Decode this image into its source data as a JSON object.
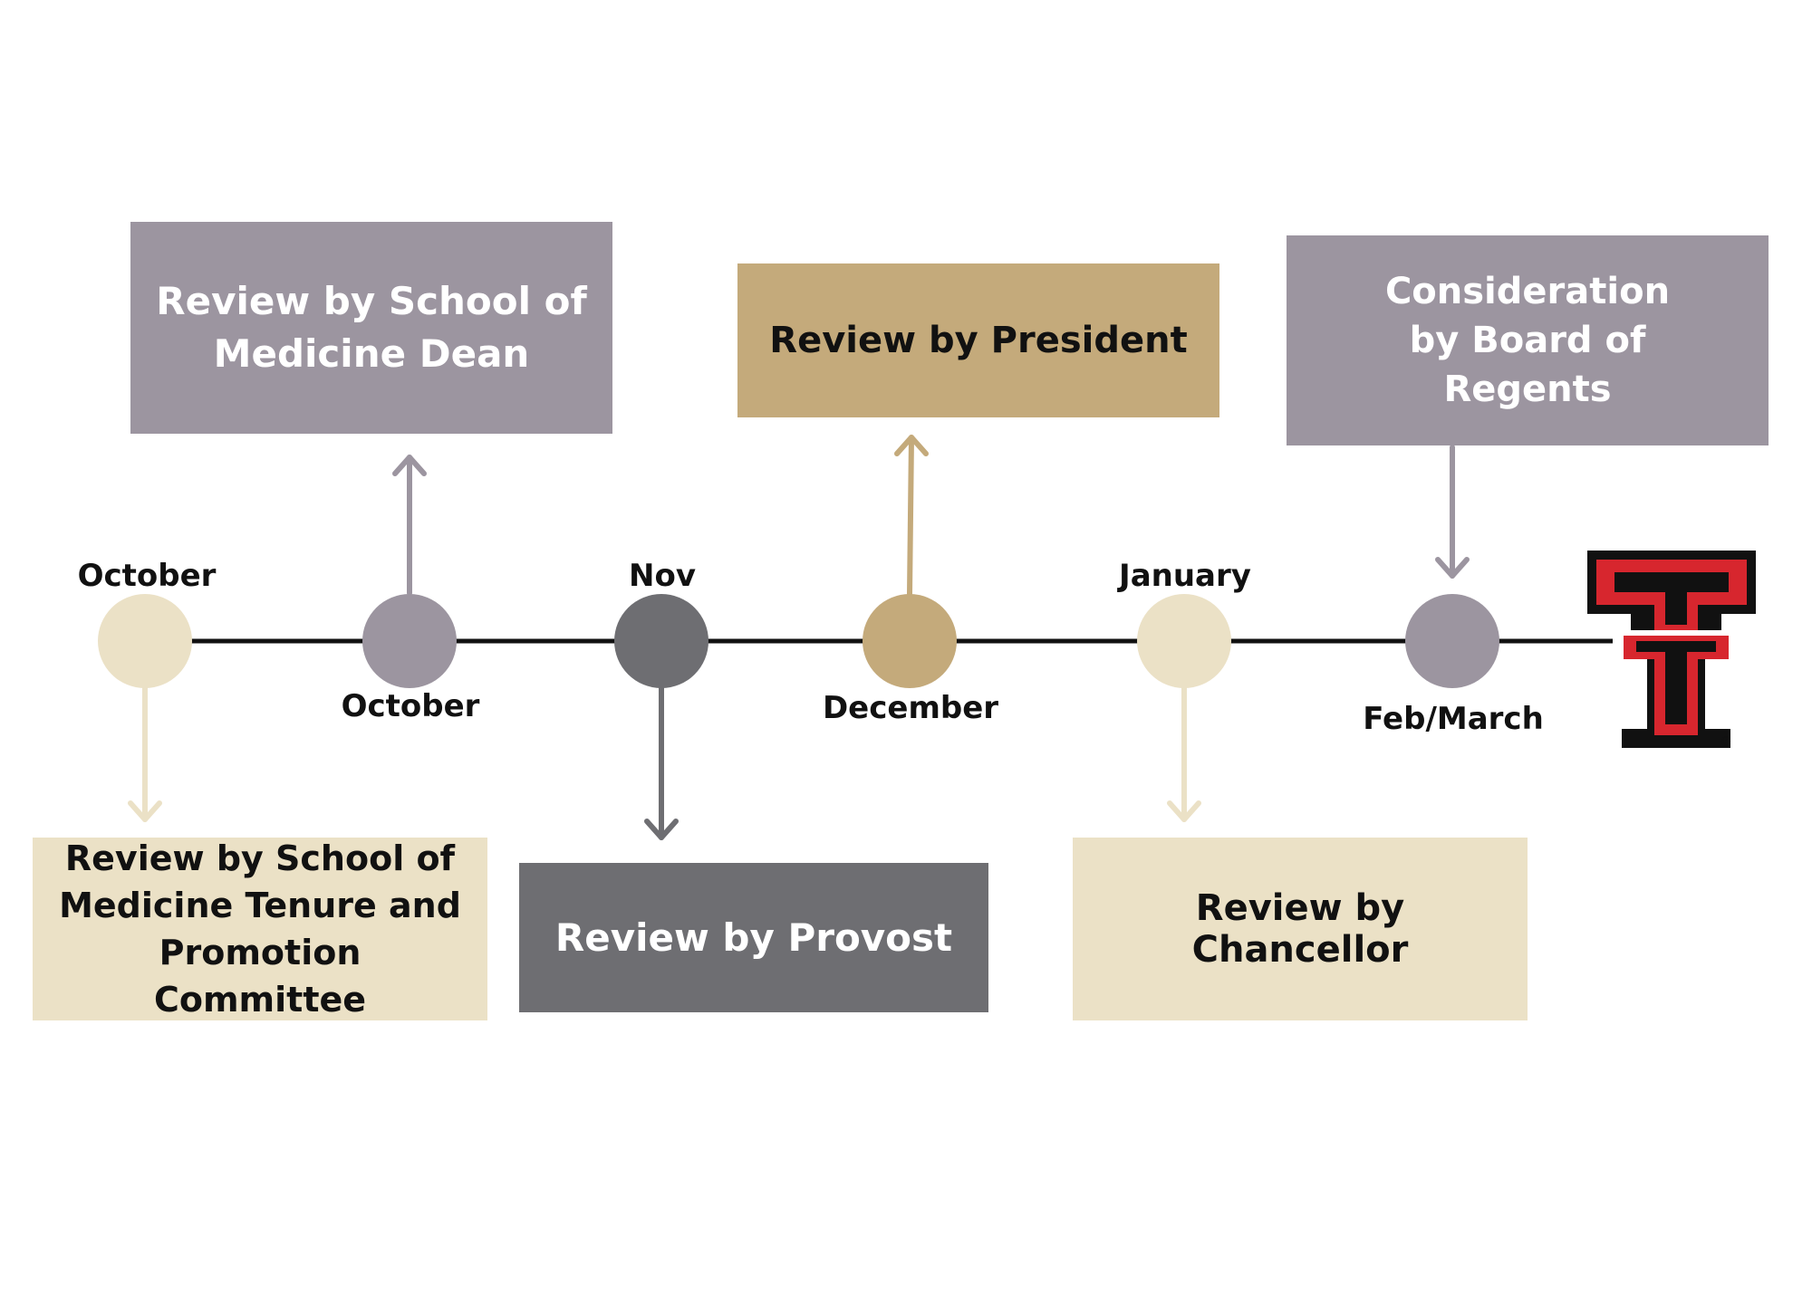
{
  "colors": {
    "grey_purple": "#9c95a0",
    "cream": "#ebe1c6",
    "dark_grey": "#6e6e72",
    "gold": "#c4aa7b",
    "line": "#111111",
    "logo_red": "#d7262e",
    "logo_black": "#111111"
  },
  "timeline": [
    {
      "label": "October",
      "label_pos": "above",
      "color": "cream",
      "arrow": "down",
      "box": "tenure_committee"
    },
    {
      "label": "October",
      "label_pos": "below",
      "color": "grey_purple",
      "arrow": "up",
      "box": "dean"
    },
    {
      "label": "Nov",
      "label_pos": "above",
      "color": "dark_grey",
      "arrow": "down",
      "box": "provost"
    },
    {
      "label": "December",
      "label_pos": "below",
      "color": "gold",
      "arrow": "up",
      "box": "president"
    },
    {
      "label": "January",
      "label_pos": "above",
      "color": "cream",
      "arrow": "down",
      "box": "chancellor"
    },
    {
      "label": "Feb/March",
      "label_pos": "below",
      "color": "grey_purple",
      "arrow": "down-from-box",
      "box": "regents"
    }
  ],
  "boxes": {
    "dean": {
      "text": "Review by School of Medicine Dean",
      "color": "grey_purple",
      "text_color": "#ffffff"
    },
    "president": {
      "text": "Review by President",
      "color": "gold",
      "text_color": "#111111"
    },
    "regents": {
      "text": "Consideration by Board of Regents",
      "color": "grey_purple",
      "text_color": "#ffffff"
    },
    "tenure_committee": {
      "text": "Review by School of Medicine Tenure and Promotion Committee",
      "color": "cream",
      "text_color": "#111111"
    },
    "provost": {
      "text": "Review by Provost",
      "color": "dark_grey",
      "text_color": "#ffffff"
    },
    "chancellor": {
      "text": "Review by Chancellor",
      "color": "cream",
      "text_color": "#111111"
    }
  },
  "logo": {
    "icon": "double-t-logo-icon",
    "mark": "®"
  }
}
